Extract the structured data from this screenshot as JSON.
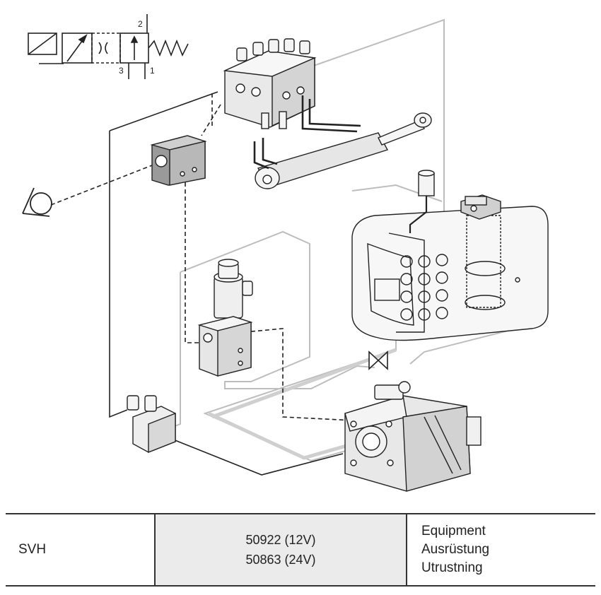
{
  "symbol": {
    "port_a": "2",
    "port_b": "3",
    "port_c": "1"
  },
  "table": {
    "code": "SVH",
    "part_numbers": [
      "50922 (12V)",
      "50863 (24V)"
    ],
    "descriptions": [
      "Equipment",
      "Ausrüstung",
      "Utrustning"
    ]
  }
}
